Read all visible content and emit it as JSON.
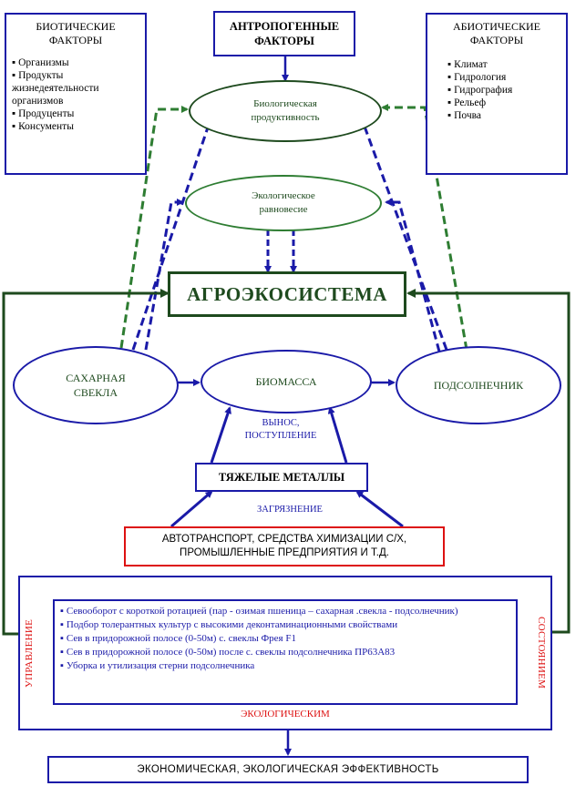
{
  "biotic": {
    "title": "БИОТИЧЕСКИЕ ФАКТОРЫ",
    "items": [
      "Организмы",
      "Продукты жизнедеятельности организмов",
      "Продуценты",
      "Консументы"
    ]
  },
  "anthropogenic": {
    "title": "АНТРОПОГЕННЫЕ ФАКТОРЫ"
  },
  "abiotic": {
    "title": "АБИОТИЧЕСКИЕ ФАКТОРЫ",
    "items": [
      "Климат",
      "Гидрология",
      "Гидрография",
      "Рельеф",
      "Почва"
    ]
  },
  "bio_productivity": "Биологическая продуктивность",
  "eco_balance": "Экологическое равновесие",
  "agroecosystem": "АГРОЭКОСИСТЕМА",
  "sugar_beet": "САХАРНАЯ СВЕКЛА",
  "biomass": "БИОМАССА",
  "sunflower": "ПОДСОЛНЕЧНИК",
  "removal_label": "ВЫНОС, ПОСТУПЛЕНИЕ",
  "heavy_metals": "ТЯЖЕЛЫЕ МЕТАЛЛЫ",
  "pollution_label": "ЗАГРЯЗНЕНИЕ",
  "sources": "АВТОТРАНСПОРТ, СРЕДСТВА ХИМИЗАЦИИ С/Х, ПРОМЫШЛЕННЫЕ ПРЕДПРИЯТИЯ И Т.Д.",
  "management": {
    "left_label": "УПРАВЛЕНИЕ",
    "right_label": "СОСТОЯНИЕМ",
    "bottom_label": "ЭКОЛОГИЧЕСКИМ",
    "items": [
      "Севооборот с короткой ротацией (пар - озимая пшеница – сахарная .свекла - подсолнечник)",
      "Подбор толерантных культур с высокими деконтаминационными свойствами",
      "Сев в придорожной полосе (0-50м) с. свеклы Фрея F1",
      "Сев в придорожной полосе (0-50м) после  с. свеклы подсолнечника ПР63А83",
      "Уборка и утилизация стерни подсолнечника"
    ]
  },
  "efficiency": "ЭКОНОМИЧЕСКАЯ, ЭКОЛОГИЧЕСКАЯ ЭФФЕКТИВНОСТЬ",
  "colors": {
    "blue": "#1a1aa8",
    "dark_green": "#1e4a1e",
    "green_dashed": "#2e7d32",
    "red": "#dd1111"
  }
}
